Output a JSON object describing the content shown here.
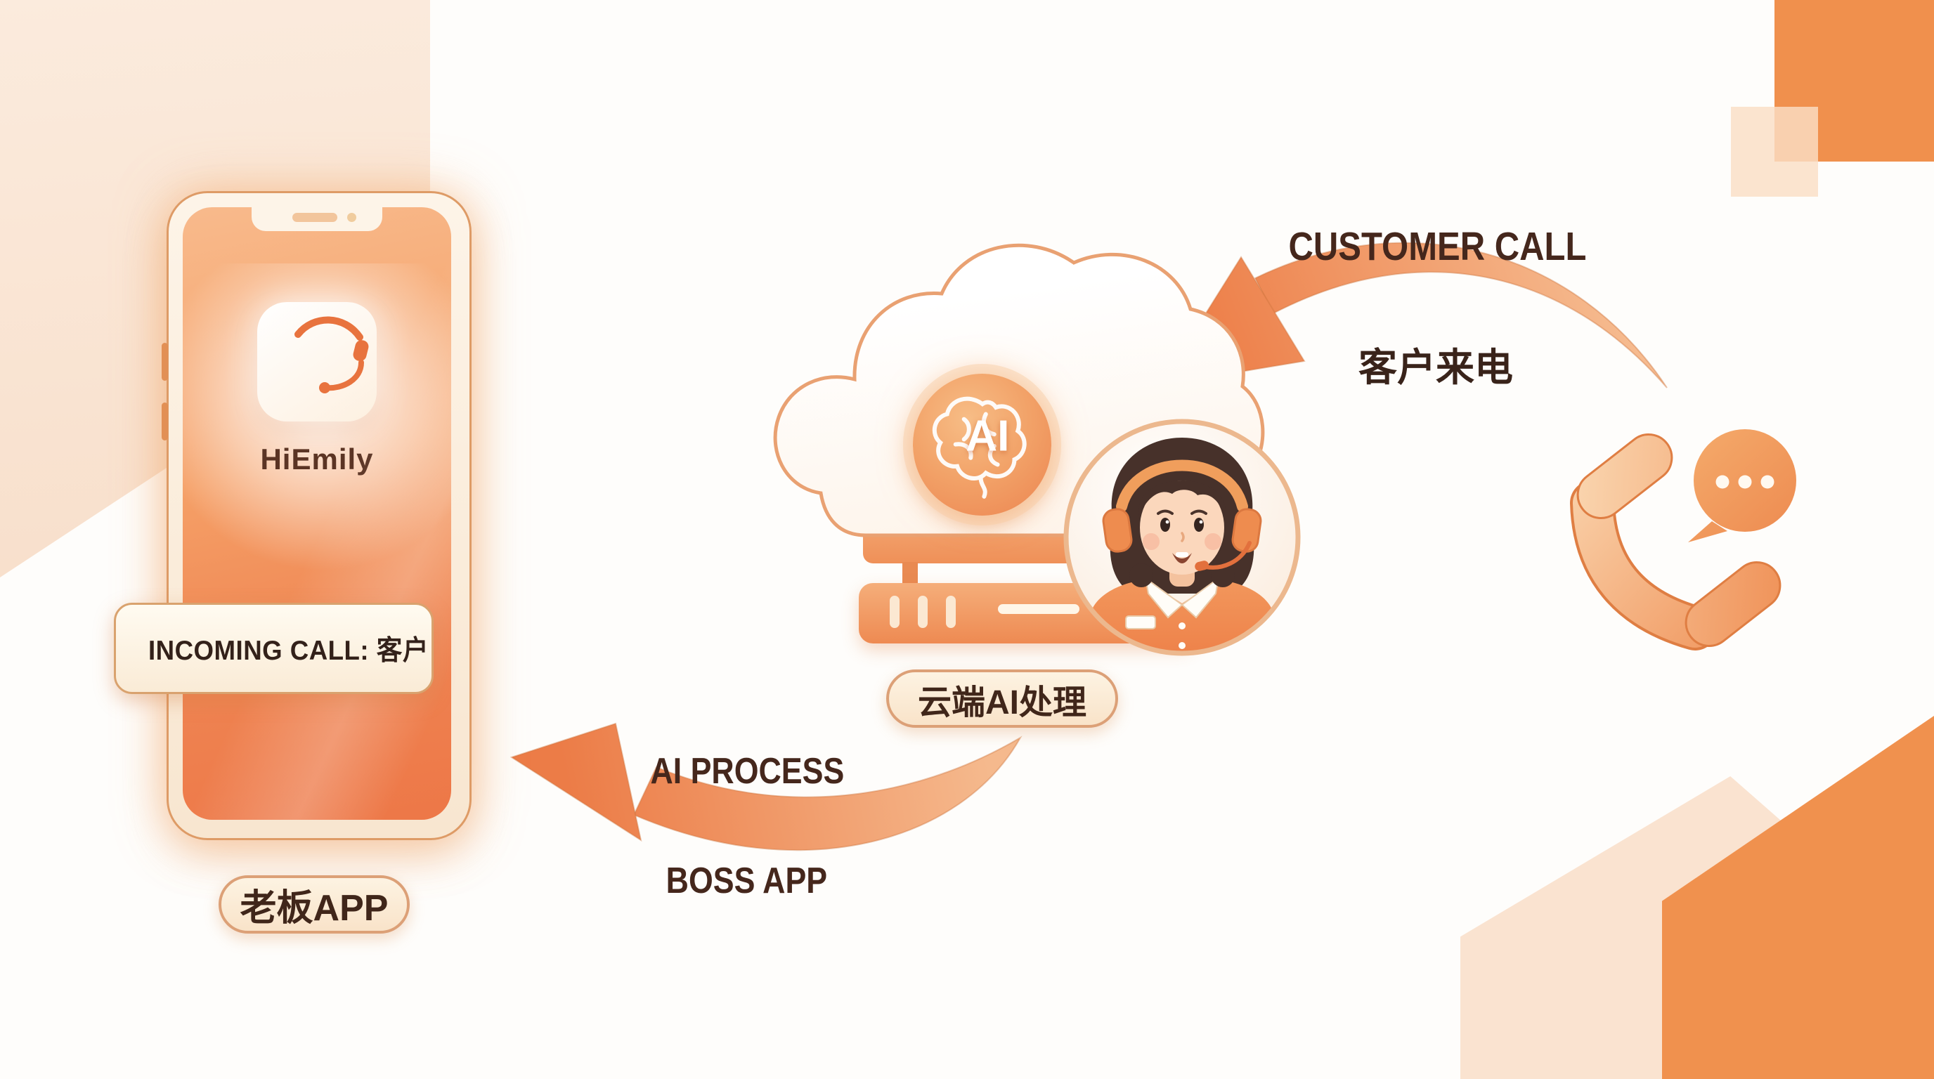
{
  "phone": {
    "app_name": "HiEmily",
    "banner_text": "INCOMING CALL: 客户",
    "label": "老板APP"
  },
  "cloud": {
    "badge": "AI",
    "label": "云端AI处理"
  },
  "flow_top": {
    "en": "CUSTOMER CALL",
    "zh": "客户来电"
  },
  "flow_bottom": {
    "line1": "AI PROCESS",
    "line2": "BOSS APP"
  },
  "colors": {
    "accent_orange": "#EF8148",
    "deep_orange": "#E8733E",
    "pale_peach": "#FAE5D2",
    "cream": "#FDF4E8",
    "text_brown": "#3B241B",
    "border_tan": "#DCA077"
  }
}
